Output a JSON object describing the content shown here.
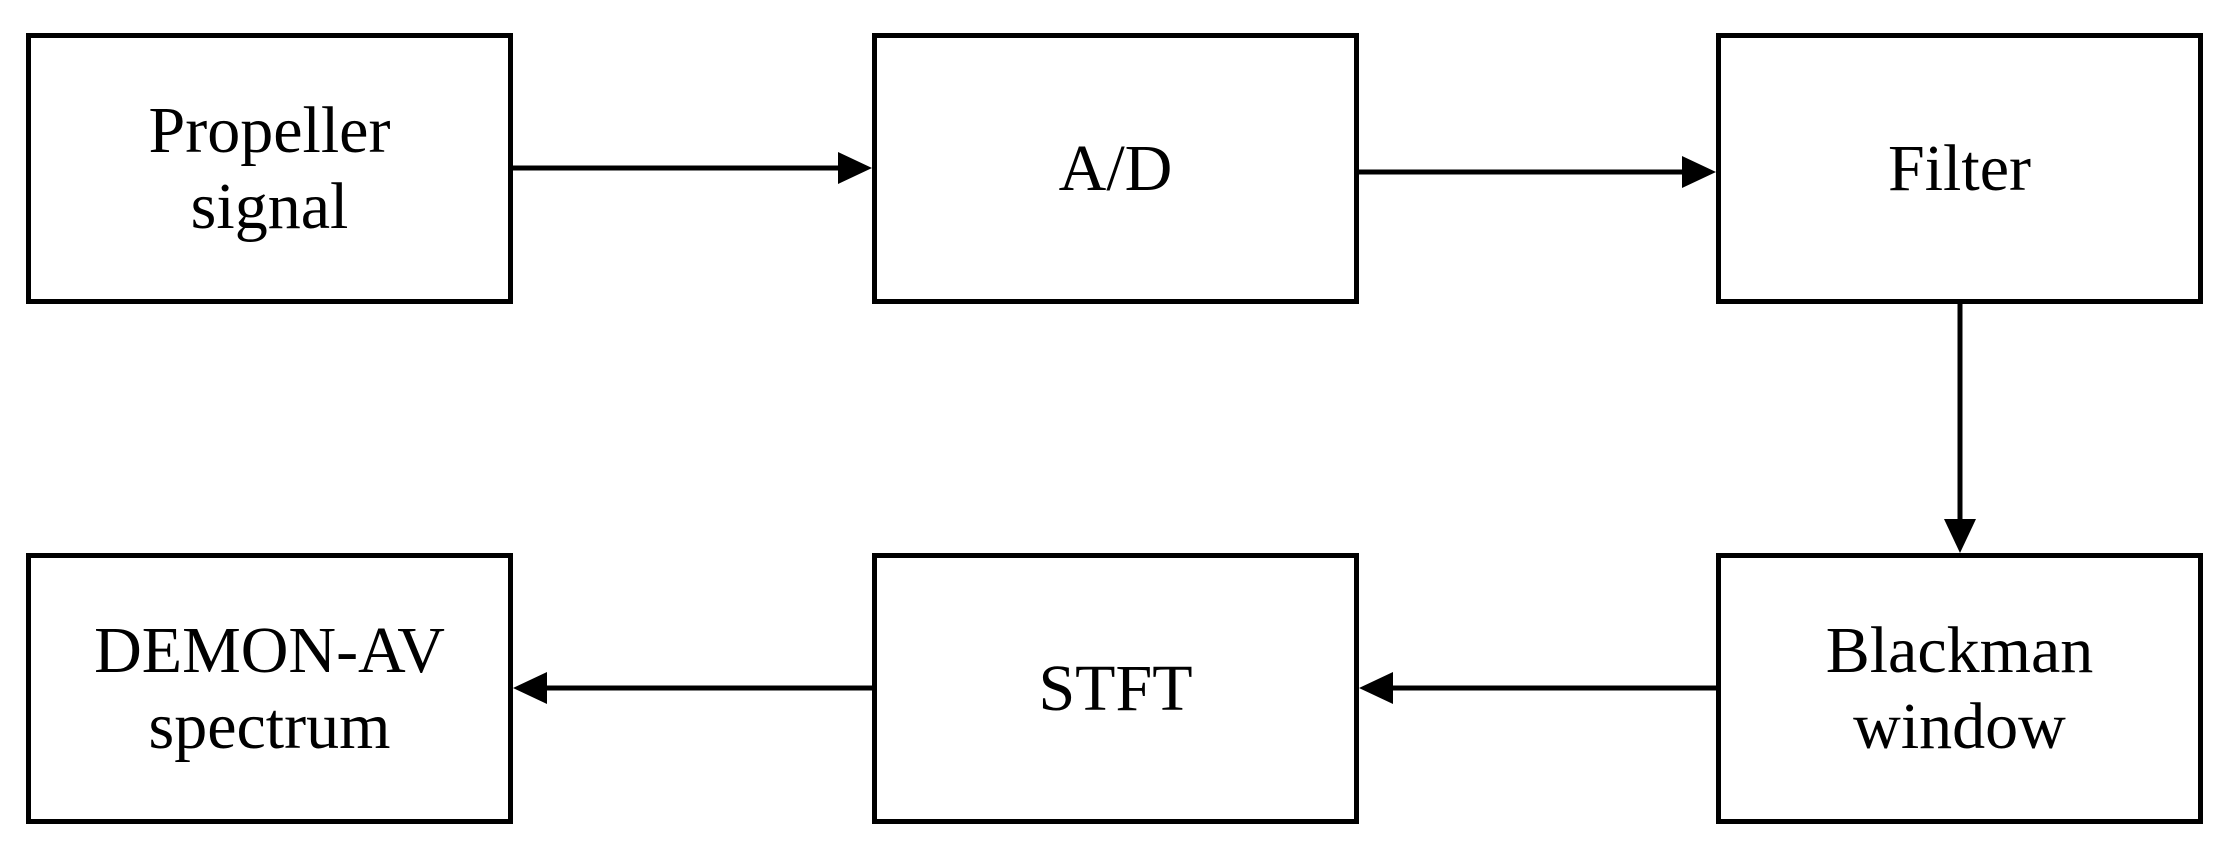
{
  "diagram": {
    "type": "flowchart",
    "nodes": {
      "propeller_signal": "Propeller\nsignal",
      "ad": "A/D",
      "filter": "Filter",
      "blackman_window": "Blackman\nwindow",
      "stft": "STFT",
      "demon_av_spectrum": "DEMON-AV\nspectrum"
    },
    "edges": [
      {
        "from": "propeller_signal",
        "to": "ad"
      },
      {
        "from": "ad",
        "to": "filter"
      },
      {
        "from": "filter",
        "to": "blackman_window"
      },
      {
        "from": "blackman_window",
        "to": "stft"
      },
      {
        "from": "stft",
        "to": "demon_av_spectrum"
      }
    ],
    "colors": {
      "stroke": "#000000",
      "background": "#ffffff"
    }
  }
}
